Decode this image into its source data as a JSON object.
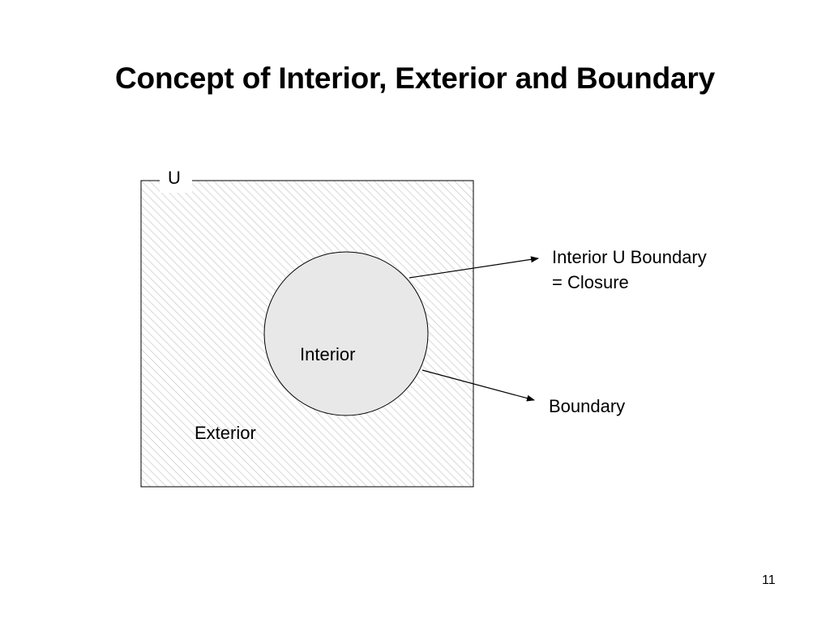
{
  "slide": {
    "title": "Concept of Interior, Exterior and Boundary",
    "page_number": "11"
  },
  "diagram": {
    "universe_label": "U",
    "interior_label": "Interior",
    "exterior_label": "Exterior",
    "closure_label_line1": "Interior U Boundary",
    "closure_label_line2": "= Closure",
    "boundary_label": "Boundary",
    "colors": {
      "stroke": "#000000",
      "hatch": "#c8c8c8",
      "circle_fill": "#e8e8e8",
      "background": "#ffffff"
    }
  }
}
